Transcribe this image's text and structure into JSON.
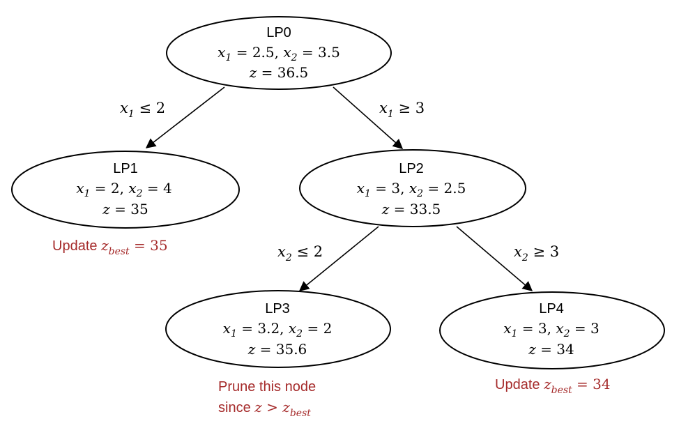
{
  "colors": {
    "annotation": "#A52A2A",
    "line": "#000000"
  },
  "nodes": [
    {
      "id": "LP0",
      "label": "LP0",
      "x1": "2.5",
      "x2": "3.5",
      "z": "36.5"
    },
    {
      "id": "LP1",
      "label": "LP1",
      "x1": "2",
      "x2": "4",
      "z": "35"
    },
    {
      "id": "LP2",
      "label": "LP2",
      "x1": "3",
      "x2": "2.5",
      "z": "33.5"
    },
    {
      "id": "LP3",
      "label": "LP3",
      "x1": "3.2",
      "x2": "2",
      "z": "35.6"
    },
    {
      "id": "LP4",
      "label": "LP4",
      "x1": "3",
      "x2": "3",
      "z": "34"
    }
  ],
  "edges": [
    {
      "from": "LP0",
      "to": "LP1",
      "var": "x",
      "sub": "1",
      "op": "≤",
      "val": "2"
    },
    {
      "from": "LP0",
      "to": "LP2",
      "var": "x",
      "sub": "1",
      "op": "≥",
      "val": "3"
    },
    {
      "from": "LP2",
      "to": "LP3",
      "var": "x",
      "sub": "2",
      "op": "≤",
      "val": "2"
    },
    {
      "from": "LP2",
      "to": "LP4",
      "var": "x",
      "sub": "2",
      "op": "≥",
      "val": "3"
    }
  ],
  "annotations": {
    "lp1": {
      "prefix": "Update ",
      "var": "z",
      "sub": "best",
      "rest": " = 35"
    },
    "lp3_line1": "Prune this node",
    "lp3_line2": {
      "prefix": "since ",
      "var": "z",
      "op": " > ",
      "var2": "z",
      "sub": "best"
    },
    "lp4": {
      "prefix": "Update ",
      "var": "z",
      "sub": "best",
      "rest": " = 34"
    }
  }
}
